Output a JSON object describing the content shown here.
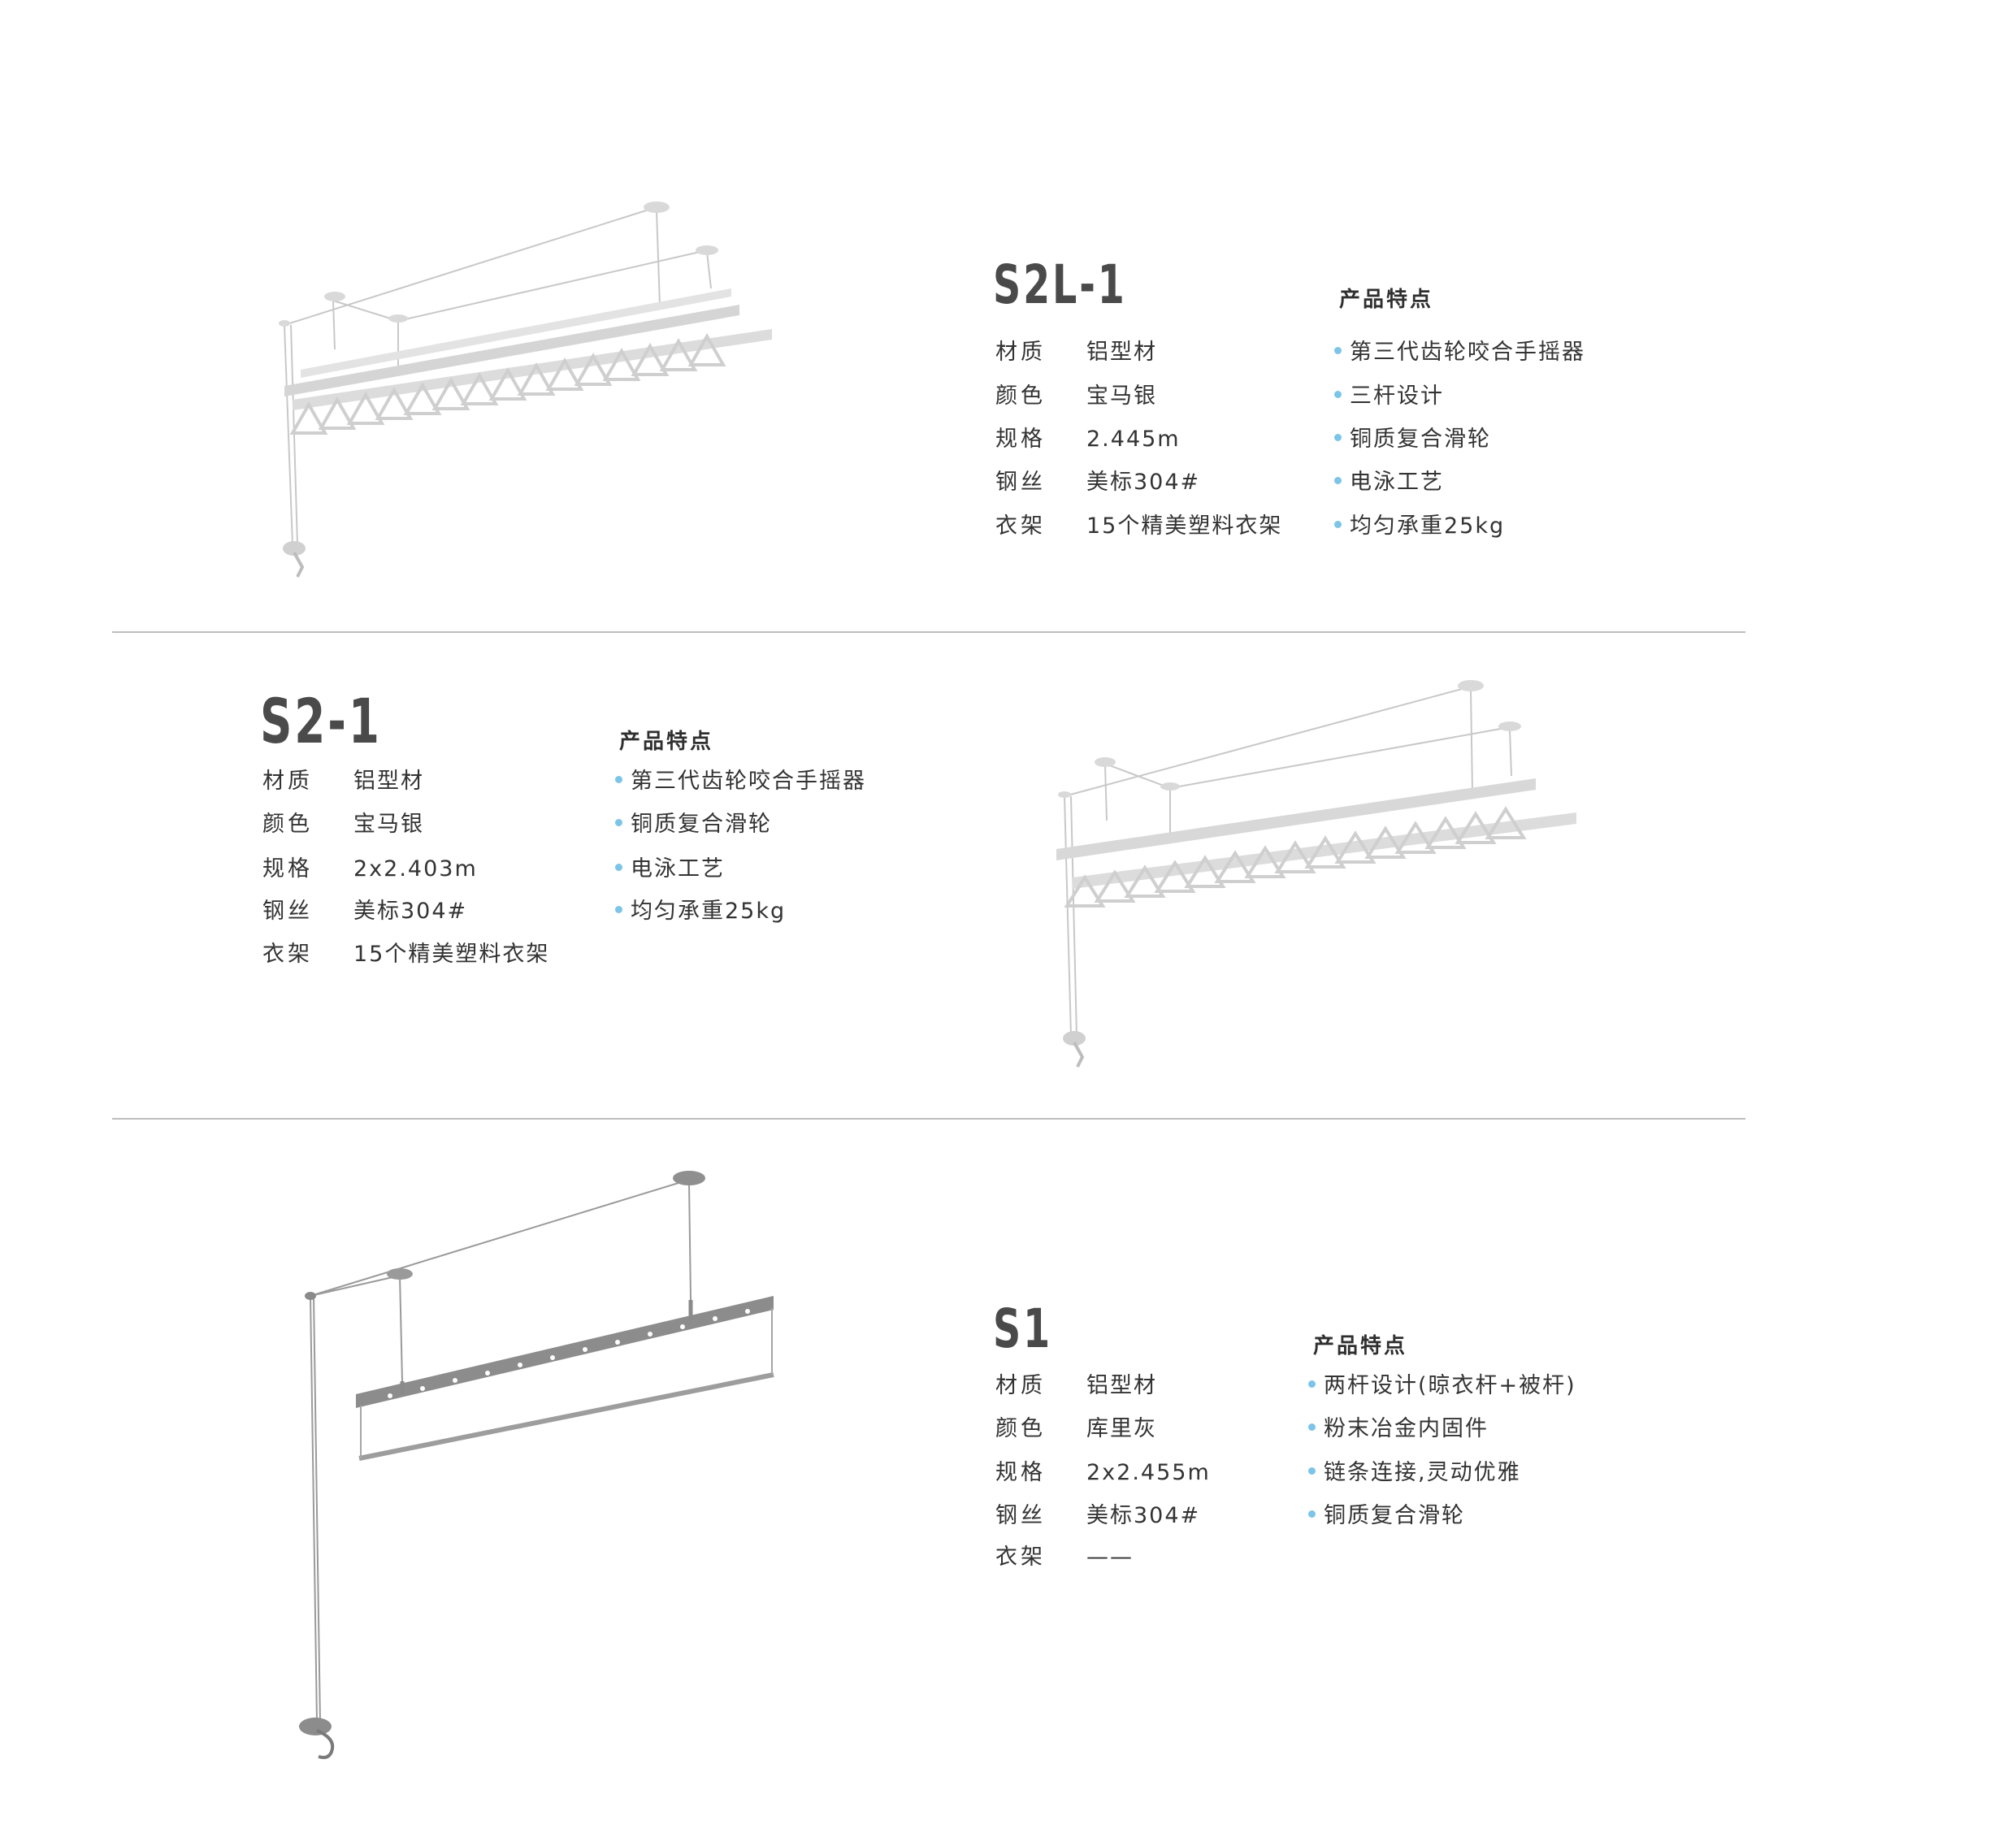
{
  "labels": {
    "material": "材质",
    "color": "颜色",
    "spec": "规格",
    "wire": "钢丝",
    "hanger": "衣架",
    "features_title": "产品特点"
  },
  "products": [
    {
      "model": "S2L-1",
      "material": "铝型材",
      "color": "宝马银",
      "spec": "2.445m",
      "wire": "美标304#",
      "hanger": "15个精美塑料衣架",
      "features": [
        "第三代齿轮咬合手摇器",
        "三杆设计",
        "铜质复合滑轮",
        "电泳工艺",
        "均匀承重25kg"
      ]
    },
    {
      "model": "S2-1",
      "material": "铝型材",
      "color": "宝马银",
      "spec": "2x2.403m",
      "wire": "美标304#",
      "hanger": "15个精美塑料衣架",
      "features": [
        "第三代齿轮咬合手摇器",
        "铜质复合滑轮",
        "电泳工艺",
        "均匀承重25kg"
      ]
    },
    {
      "model": "S1",
      "material": "铝型材",
      "color": "库里灰",
      "spec": "2x2.455m",
      "wire": "美标304#",
      "hanger": "——",
      "features": [
        "两杆设计(晾衣杆+被杆)",
        "粉末冶金内固件",
        "链条连接,灵动优雅",
        "铜质复合滑轮"
      ]
    }
  ]
}
